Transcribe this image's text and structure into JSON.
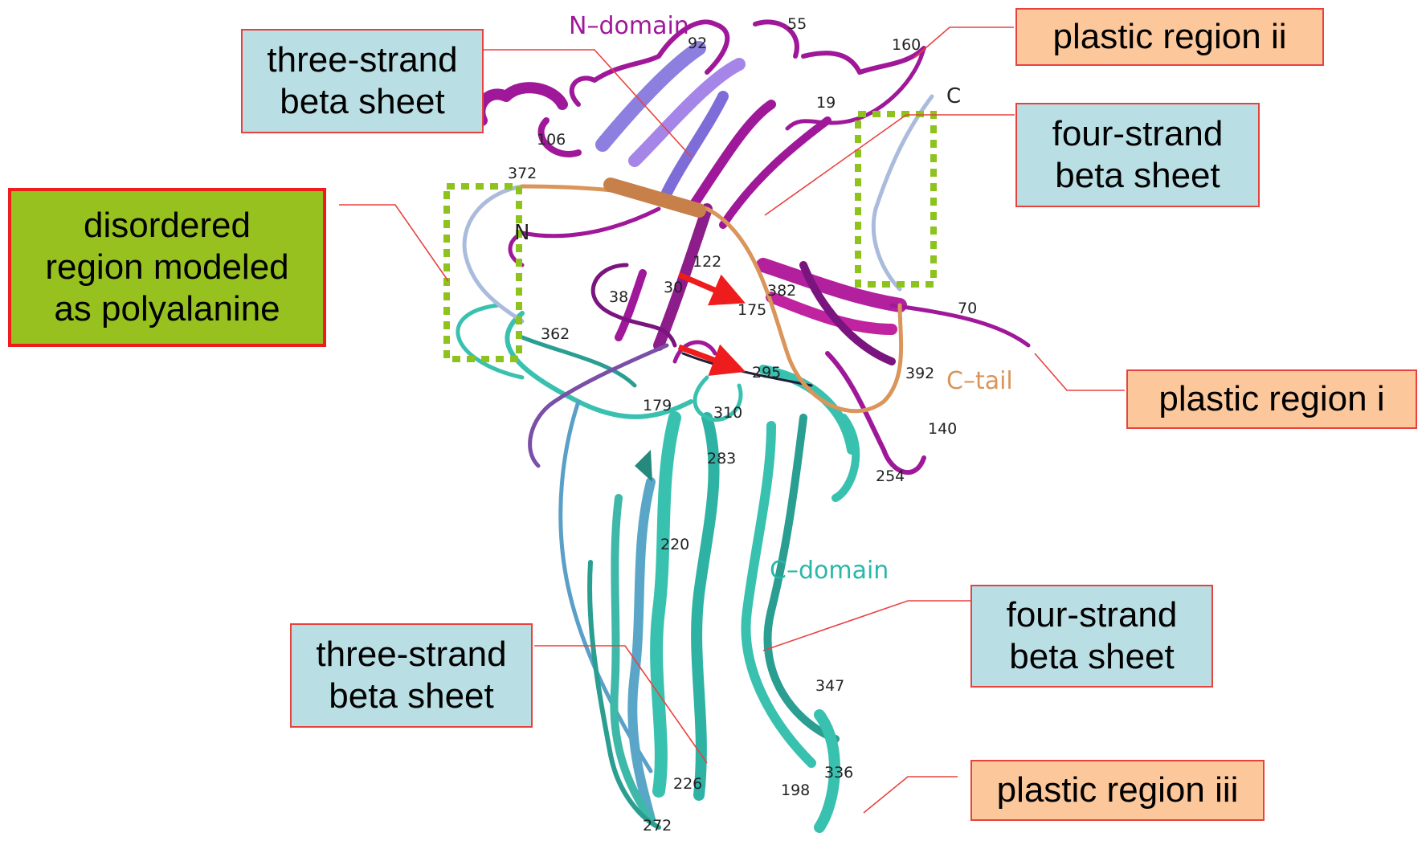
{
  "colors": {
    "n_domain": "#a0189a",
    "n_domain_dark": "#7a1580",
    "strand_violet": "#8d7fe0",
    "c_domain": "#39c1b0",
    "c_domain_dark": "#2a9e91",
    "c_tail": "#d9955a",
    "disordered": "#aabbdd",
    "dotted_box": "#8ec21d",
    "callout_line": "#e8423f",
    "arrow": "#ee1c1c"
  },
  "domains": {
    "n_domain": "N–domain",
    "c_domain": "C–domain",
    "c_tail": "C–tail"
  },
  "termini": {
    "n_term": "N",
    "c_term": "C"
  },
  "residues": {
    "r55": "55",
    "r92": "92",
    "r160": "160",
    "r19": "19",
    "r106": "106",
    "r372": "372",
    "r122": "122",
    "r38": "38",
    "r30": "30",
    "r175": "175",
    "r382": "382",
    "r70": "70",
    "r362": "362",
    "r295": "295",
    "r392": "392",
    "r310": "310",
    "r179": "179",
    "r140": "140",
    "r283": "283",
    "r254": "254",
    "r220": "220",
    "r347": "347",
    "r336": "336",
    "r226": "226",
    "r198": "198",
    "r272": "272"
  },
  "callouts": {
    "three_strand_top": {
      "line1": "three-strand",
      "line2": "beta sheet"
    },
    "plastic_ii": {
      "line1": "plastic region ii"
    },
    "four_strand_top": {
      "line1": "four-strand",
      "line2": "beta sheet"
    },
    "disordered": {
      "line1": "disordered",
      "line2": "region modeled",
      "line3": "as polyalanine"
    },
    "plastic_i": {
      "line1": "plastic region i"
    },
    "four_strand_bottom": {
      "line1": "four-strand",
      "line2": "beta sheet"
    },
    "three_strand_bottom": {
      "line1": "three-strand",
      "line2": "beta sheet"
    },
    "plastic_iii": {
      "line1": "plastic region iii"
    }
  }
}
